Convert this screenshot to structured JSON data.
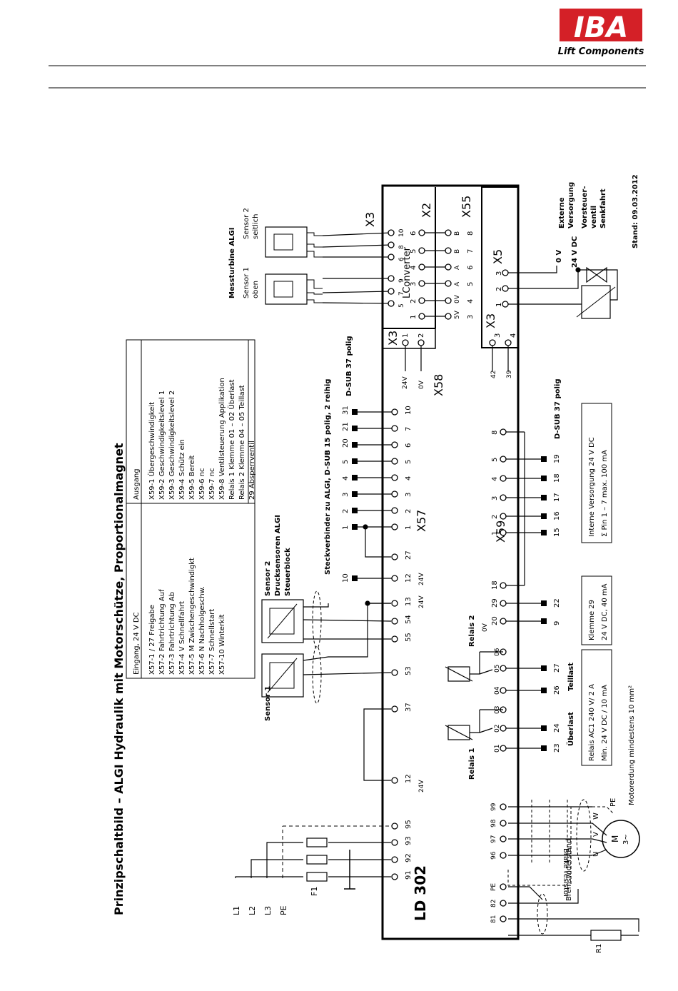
{
  "logo": {
    "text": "IBA",
    "subtitle": "Lift Components",
    "brand_color": "#d42027"
  },
  "title": "Prinzipschaltbild – ALGI Hydraulik mit Motorschütze, Proportionalmagnet",
  "device_label": "LD 302",
  "stand": "Stand: 09.03.2012",
  "input_table": {
    "header": "Eingang, 24 V DC",
    "rows": [
      "X57-1 / 27 Freigabe",
      "X57-2 Fahrtrichtung Auf",
      "X57-3 Fahrtrichtung Ab",
      "X57-4 V Schnellfahrt",
      "X57-5 M Zwischengeschwindigkt",
      "X57-6 N Nachholgeschw.",
      "X57-7 Schnellstart",
      "X57-10 Winterkit"
    ]
  },
  "output_table": {
    "header": "Ausgang",
    "rows": [
      "X59-1 Übergeschwindigkeit",
      "X59-2 Geschwindigkeitslevel 1",
      "X59-3 Geschwindigkeitslevel 2",
      "X59-4 Schütz ein",
      "X59-5 Bereit",
      "X59-6 nc",
      "X59-7 nc",
      "X59-8 Ventilsteuerung Applikation",
      "Relais 1 Klemme 01 – 02 Überlast",
      "Relais 2 Klemme 04 – 05 Teillast",
      "29 Absperrventil"
    ]
  },
  "labels": {
    "messturbine": "Messturbine ALGI",
    "sensor1_oben": [
      "Sensor 1",
      "oben"
    ],
    "sensor2_seitlich": [
      "Sensor 2",
      "seitlich"
    ],
    "x3_top": "X3",
    "x2": "X2",
    "x55": "X55",
    "lconverter": "LConverter",
    "x5": "X5",
    "x3_mid": "X3",
    "x3_left": "X3",
    "x58": "X58",
    "x57": "X57",
    "x59": "X59",
    "steckverbinder": "Steckverbinder zu ALGI, D-SUB 15 polig, 2 reihig",
    "dsub37_a": "D-SUB 37 polig",
    "dsub37_b": "D-SUB 37 polig",
    "sensor1": "Sensor 1",
    "sensor2": [
      "Sensor 2",
      "Drucksensoren ALGI",
      "Steuerblock"
    ],
    "relais1": "Relais 1",
    "relais2": "Relais 2",
    "ueberlast": "Überlast",
    "teillast": "Teillast",
    "ext_versorgung": [
      "Externe",
      "Versorgung"
    ],
    "vorsteuerventil": [
      "Vorsteuer-",
      "ventil",
      "Senkfahrt"
    ],
    "zero_v": "0 V",
    "v24dc": "24 V DC",
    "relais_spec": [
      "Relais AC1 240 V/ 2 A",
      "Min. 24 V DC / 10 mA"
    ],
    "klemme29": [
      "Klemme 29",
      "24 V DC, 40 mA"
    ],
    "interne_versorgung": [
      "Interne Versorgung 24 V DC",
      "Σ Pin 1 – 7 max. 100 mA"
    ],
    "motorerdung": "Motorerdung mindestens 10 mm²",
    "brake": [
      "Bremswiderstand",
      "Brake resistor"
    ],
    "r1": "R1",
    "f1": "F1",
    "mains": [
      "L1",
      "L2",
      "L3",
      "PE"
    ],
    "motor": [
      "M",
      "3~"
    ],
    "motor_phases": [
      "U",
      "V",
      "W"
    ],
    "pe_motor": "PE"
  }
}
